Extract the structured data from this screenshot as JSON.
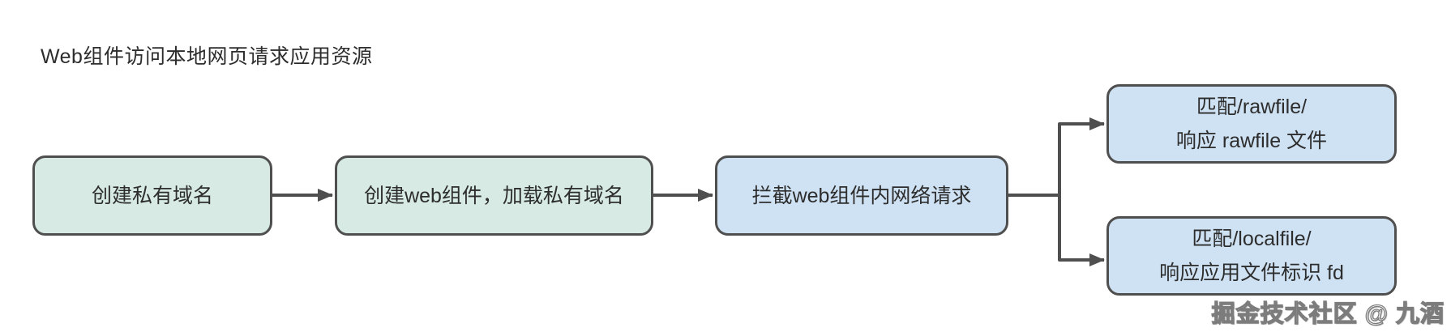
{
  "title": "Web组件访问本地网页请求应用资源",
  "flowchart": {
    "nodes": [
      {
        "id": "create-private-domain",
        "label": "创建私有域名",
        "fill": "#d7ebe4"
      },
      {
        "id": "create-web-component",
        "label": "创建web组件，加载私有域名",
        "fill": "#d7ebe4"
      },
      {
        "id": "intercept-web-request",
        "label": "拦截web组件内网络请求",
        "fill": "#cfe2f3"
      },
      {
        "id": "match-rawfile",
        "lines": [
          "匹配/rawfile/",
          "响应 rawfile 文件"
        ],
        "fill": "#cfe2f3"
      },
      {
        "id": "match-localfile",
        "lines": [
          "匹配/localfile/",
          "响应应用文件标识 fd"
        ],
        "fill": "#cfe2f3"
      }
    ],
    "edges": [
      {
        "from": "create-private-domain",
        "to": "create-web-component"
      },
      {
        "from": "create-web-component",
        "to": "intercept-web-request"
      },
      {
        "from": "intercept-web-request",
        "to": "match-rawfile"
      },
      {
        "from": "intercept-web-request",
        "to": "match-localfile"
      }
    ]
  },
  "watermark": {
    "text": "掘金技术社区 @ 九酒"
  },
  "colors": {
    "background": "#ffffff",
    "line": "#4f4f4f",
    "green_fill": "#d7ebe4",
    "blue_fill": "#cfe2f3",
    "text": "#2d2d2d"
  }
}
